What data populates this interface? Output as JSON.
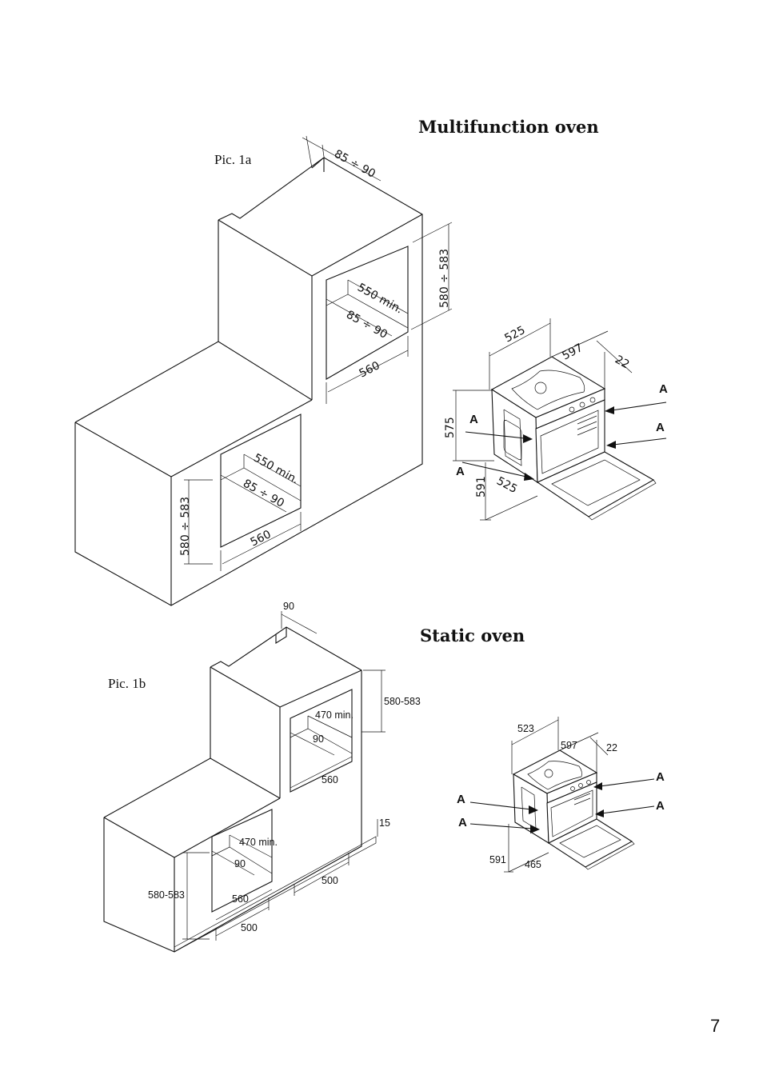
{
  "headings": {
    "multifunction": "Multifunction oven",
    "static": "Static oven"
  },
  "labels": {
    "pic1a": "Pic. 1a",
    "pic1b": "Pic. 1b"
  },
  "page_number": "7",
  "pic1a": {
    "top_depth": "85 ÷ 90",
    "upper_height": "580 ÷ 583",
    "upper_min_depth": "550  min.",
    "upper_vent": "85  ÷  90",
    "upper_width": "560",
    "lower_min_depth": "550  min.",
    "lower_vent": "85  ÷  90",
    "lower_height": "580  ÷  583",
    "lower_width": "560"
  },
  "oven_multi": {
    "depth_top": "525",
    "width": "597",
    "front": "22",
    "height": "575",
    "door_height": "591",
    "door_depth": "525",
    "marker": "A"
  },
  "pic1b": {
    "top_gap": "90",
    "upper_height": "580-583",
    "upper_min_depth": "470 min.",
    "upper_vent": "90",
    "upper_width": "560",
    "plinth": "15",
    "lower_min_depth": "470 min.",
    "lower_vent": "90",
    "lower_height": "580-583",
    "lower_width": "560",
    "base_right": "500",
    "base_left": "500"
  },
  "oven_static": {
    "depth_top": "523",
    "width": "597",
    "front": "22",
    "door_height": "591",
    "door_depth": "465",
    "marker": "A"
  }
}
